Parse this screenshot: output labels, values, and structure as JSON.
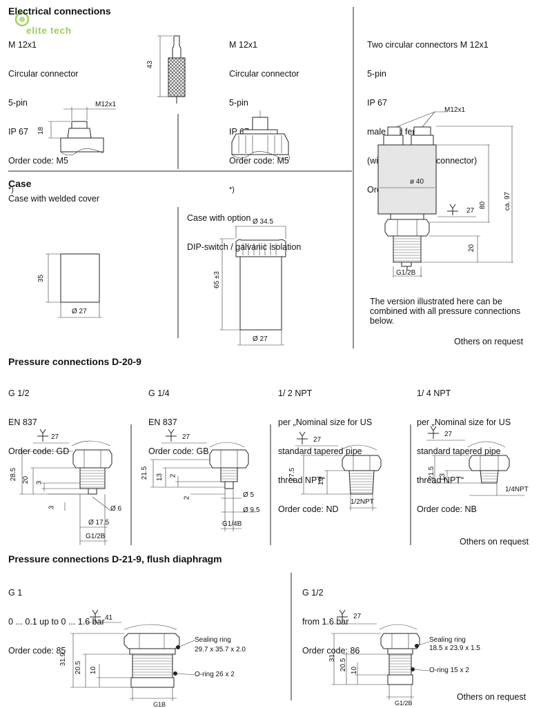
{
  "logo": {
    "text": "elite tech"
  },
  "electrical": {
    "heading": "Electrical connections",
    "col1": [
      "M 12x1",
      "Circular connector",
      "5-pin",
      "IP 67",
      "Order code: M5",
      "*)"
    ],
    "col2": [
      "M 12x1",
      "Circular connector",
      "5-pin",
      "IP 67",
      "Order code: M5",
      "*)"
    ],
    "col3": [
      "Two circular connectors M 12x1",
      "5-pin",
      "IP 67",
      "male and female",
      "(with integrated Y-connector)",
      "Order code: 2M"
    ],
    "dims": {
      "d43": "43",
      "m12": "M12x1",
      "d18": "18",
      "m12b": "M12x1",
      "d40": "ø 40",
      "d27": "27",
      "d80": "80",
      "ca97": "ca. 97",
      "d20": "20",
      "g12b": "G1/2B"
    },
    "note": "The version illustrated here can be\ncombined with all pressure connections\nbelow.",
    "others": "Others on request"
  },
  "case": {
    "heading": "Case",
    "col1": "Case with welded cover",
    "col2": [
      "Case with option",
      "DIP-switch / galvanic isolation"
    ],
    "dims": {
      "d35": "35",
      "dia27": "Ø 27",
      "dia345": "Ø 34.5",
      "d65": "65 ±3",
      "dia27b": "Ø 27"
    }
  },
  "d209": {
    "heading": "Pressure connections D-20-9",
    "cols": [
      [
        "G 1/2",
        "EN 837",
        "Order code: GD"
      ],
      [
        "G 1/4",
        "EN 837",
        "Order code: GB"
      ],
      [
        "1/ 2 NPT",
        "per „Nominal size for US",
        "standard tapered pipe",
        "thread NPT“",
        "Order code: ND"
      ],
      [
        "1/ 4 NPT",
        "per „Nominal size for US",
        "standard tapered pipe",
        "thread NPT“",
        "Order code: NB"
      ]
    ],
    "dims": {
      "a27": "27",
      "a285": "28.5",
      "a20": "20",
      "a3": "3",
      "a3b": "3",
      "a175": "Ø 17.5",
      "a6": "Ø 6",
      "ag": "G1/2B",
      "b27": "27",
      "b215": "21.5",
      "b13": "13",
      "b2": "2",
      "b2b": "2",
      "b5": "Ø 5",
      "b95": "Ø 9.5",
      "bg": "G1/4B",
      "c27": "27",
      "c275": "27.5",
      "c19": "19",
      "cn": "1/2NPT",
      "e27": "27",
      "e215": "21.5",
      "e13": "13",
      "en": "1/4NPT"
    },
    "others": "Others on request"
  },
  "d219": {
    "heading": "Pressure connections D-21-9, flush diaphragm",
    "col1": [
      "G 1",
      "0 ... 0.1 up to 0 ... 1.6 bar",
      "Order code: 85"
    ],
    "col2": [
      "G 1/2",
      "from 1.6 bar",
      "Order code: 86"
    ],
    "dims": {
      "a41": "41",
      "a319": "31.9",
      "a205": "20.5",
      "a10": "10",
      "ag": "G1B",
      "aseal": "Sealing ring",
      "asealv": "29.7 x 35.7 x 2.0",
      "aor": "O-ring 26 x 2",
      "b27": "27",
      "b31": "31",
      "b205": "20.5",
      "b10": "10",
      "bg": "G1/2B",
      "bseal": "Sealing ring",
      "bsealv": "18.5 x 23.9 x 1.5",
      "bor": "O-ring 15 x 2"
    },
    "others": "Others on request"
  }
}
